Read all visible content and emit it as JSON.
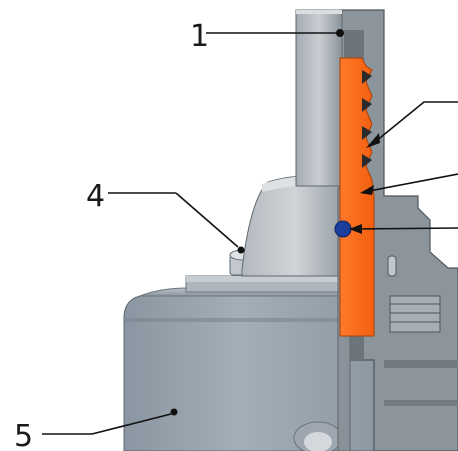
{
  "callouts": [
    {
      "id": "1",
      "label": "1"
    },
    {
      "id": "4",
      "label": "4"
    },
    {
      "id": "5",
      "label": "5"
    }
  ],
  "colors": {
    "steel_light": "#b8bec4",
    "steel_mid": "#9aa1a8",
    "steel_dark": "#6f767d",
    "housing": "#8f9aa4",
    "accent_orange": "#ff6a17",
    "seal_blue": "#1b3e9c",
    "line": "#111111"
  }
}
